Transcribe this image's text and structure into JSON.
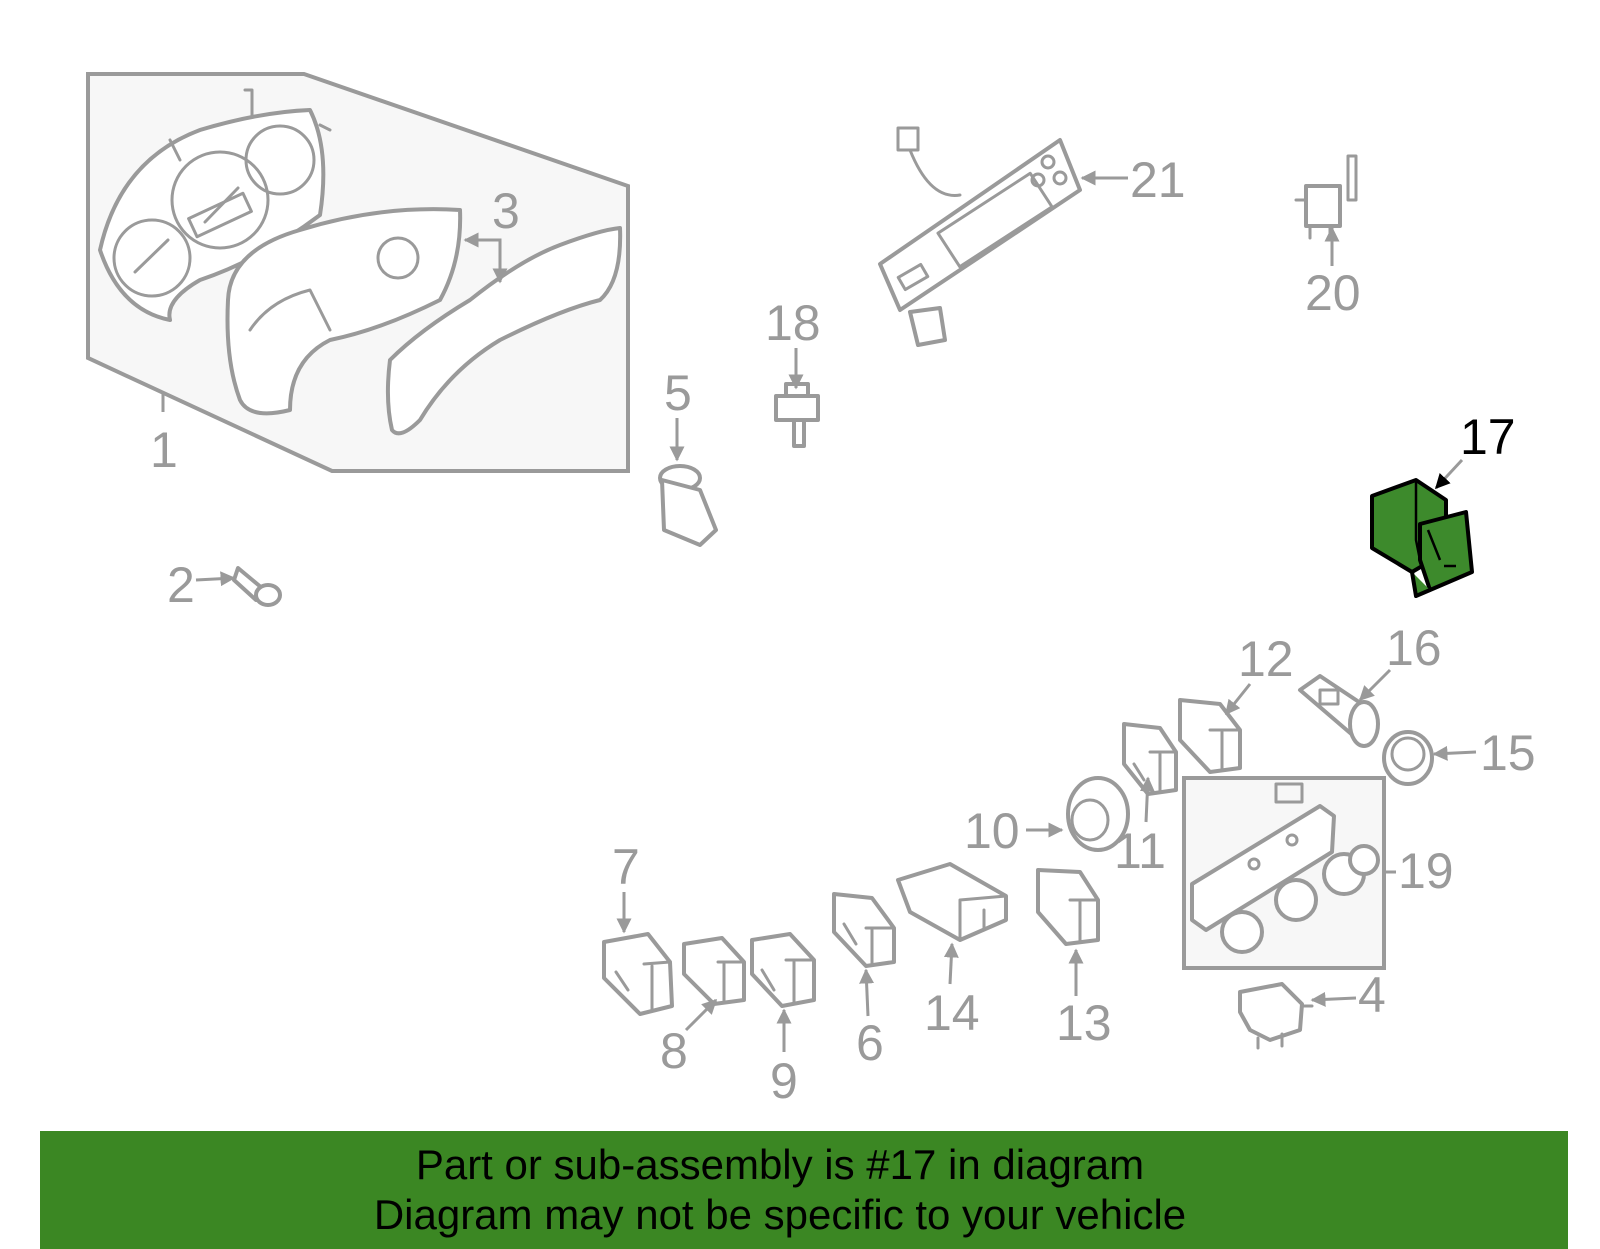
{
  "diagram": {
    "highlighted_part": "17",
    "callouts": [
      "1",
      "2",
      "3",
      "4",
      "5",
      "6",
      "7",
      "8",
      "9",
      "10",
      "11",
      "12",
      "13",
      "14",
      "15",
      "16",
      "17",
      "18",
      "19",
      "20",
      "21"
    ]
  },
  "banner": {
    "line1": "Part or sub-assembly is #17 in diagram",
    "line2": "Diagram may not be specific to your vehicle"
  },
  "colors": {
    "part_outline": "#9a9a9a",
    "highlight_fill": "#3d8a2c",
    "banner_background": "#3b8723",
    "banner_text": "#000000"
  }
}
